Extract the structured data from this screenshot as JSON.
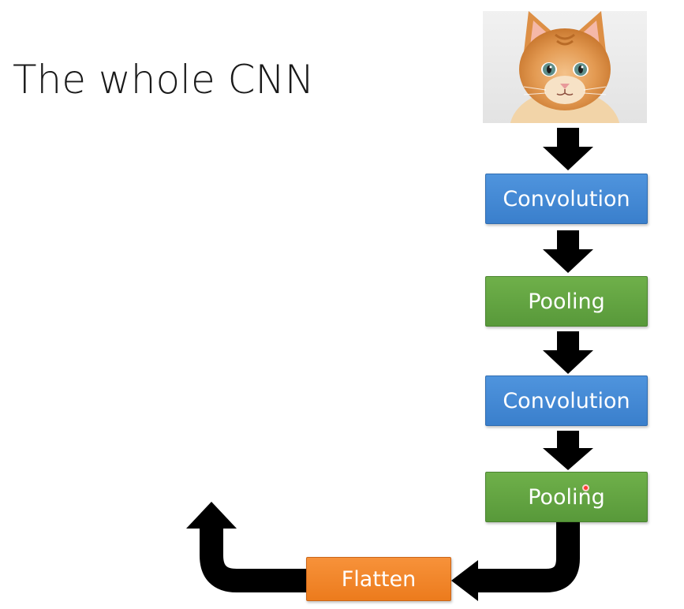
{
  "slide": {
    "title": "The whole CNN"
  },
  "image": {
    "icon": "kitten-photo"
  },
  "pipeline": {
    "nodes": [
      {
        "label": "Convolution",
        "kind": "convolution"
      },
      {
        "label": "Pooling",
        "kind": "pooling"
      },
      {
        "label": "Convolution",
        "kind": "convolution"
      },
      {
        "label": "Pooling",
        "kind": "pooling"
      },
      {
        "label": "Flatten",
        "kind": "flatten"
      }
    ]
  },
  "colors": {
    "convolution": "#4a8ed8",
    "pooling": "#62a43f",
    "flatten": "#f0832a",
    "arrow": "#000000",
    "cursor": "#ff3b30"
  }
}
